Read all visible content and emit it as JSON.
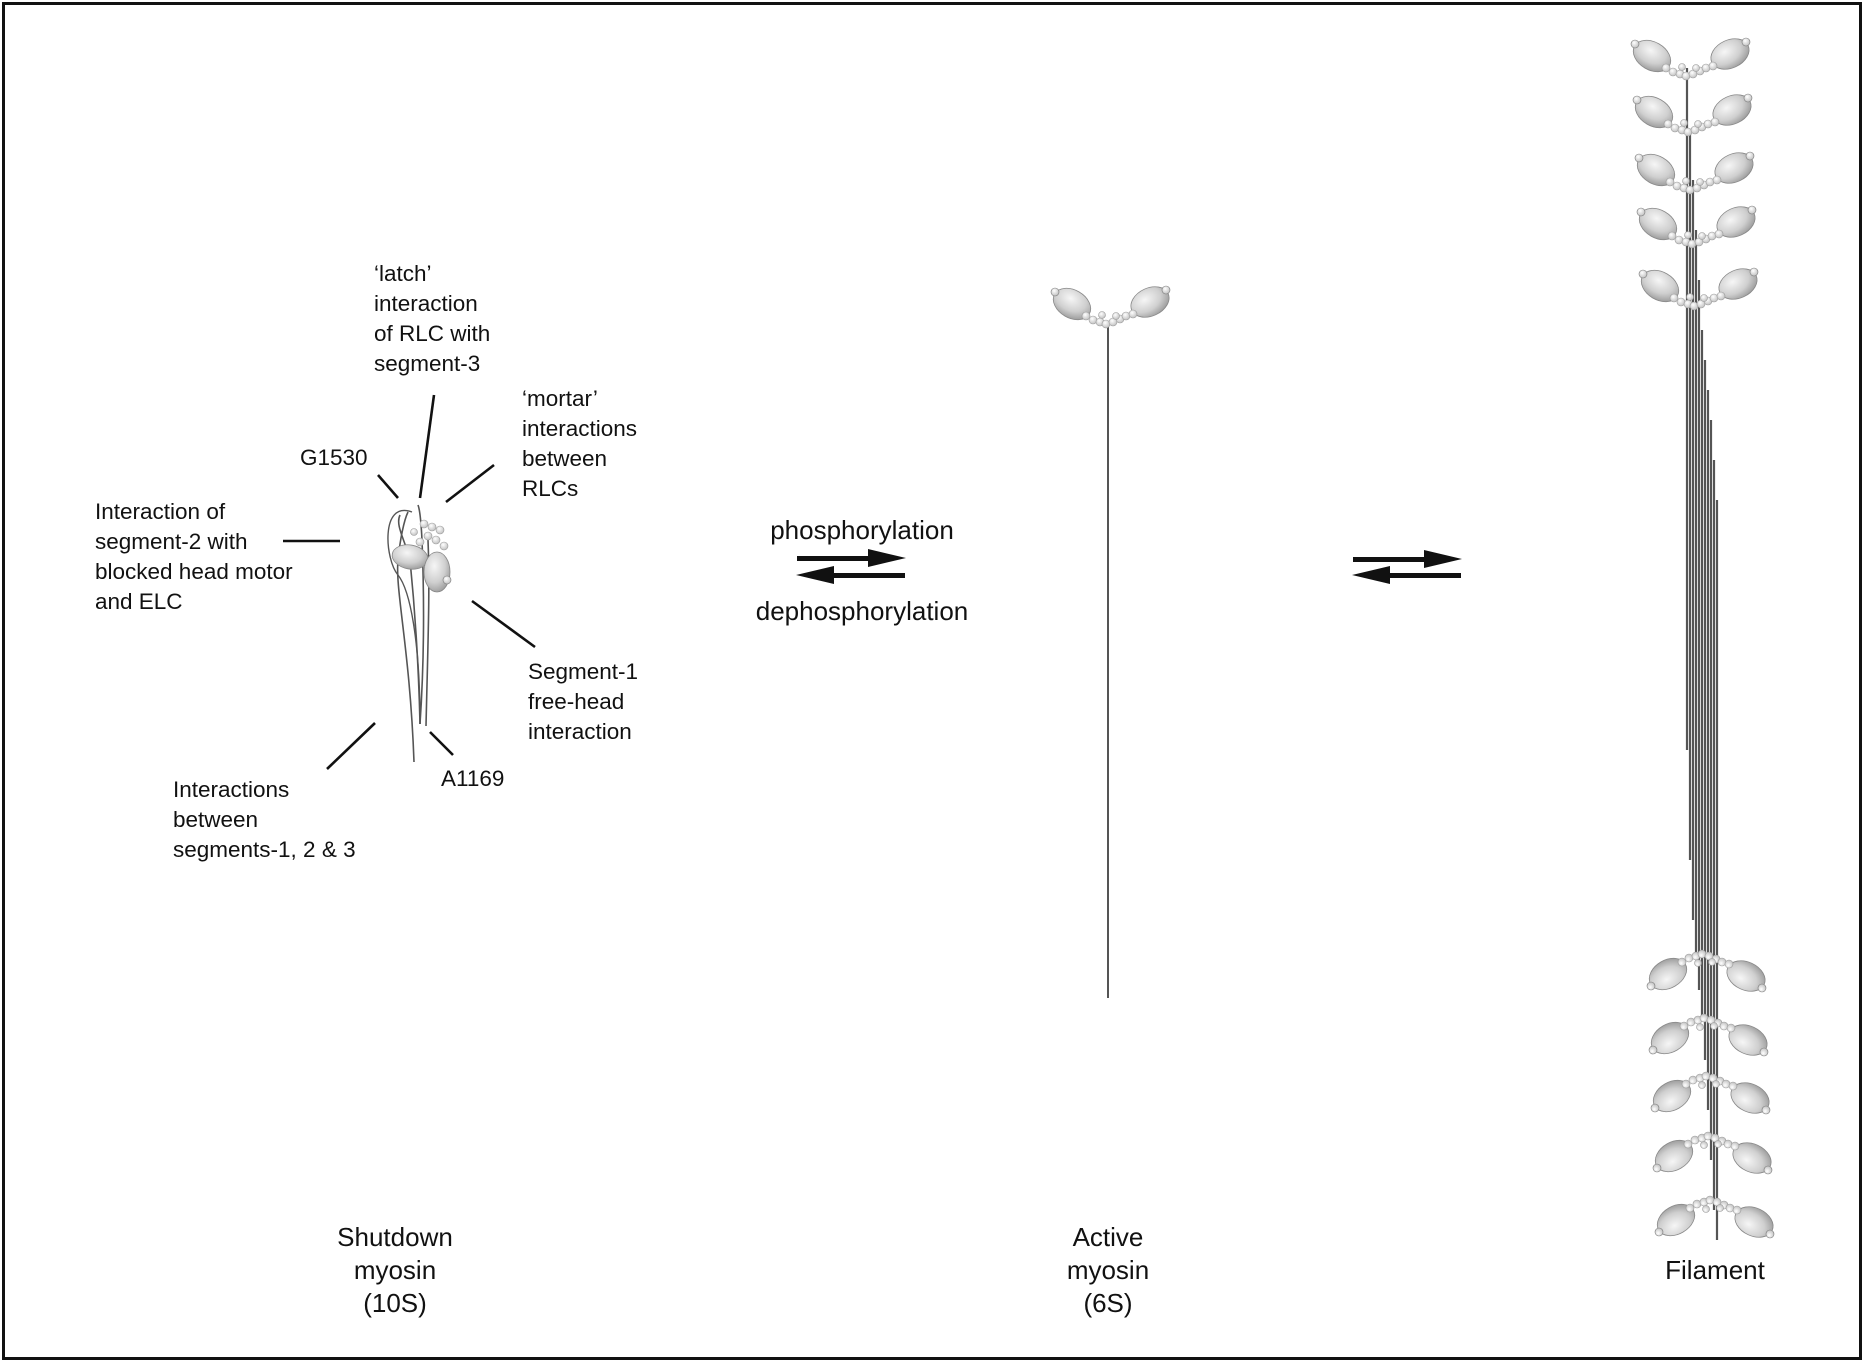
{
  "shutdown": {
    "annotations": {
      "latch": "‘latch’\ninteraction\nof RLC with\nsegment-3",
      "mortar": "‘mortar’\ninteractions\nbetween\nRLCs",
      "g1530": "G1530",
      "segment2": "Interaction of\nsegment-2 with\nblocked head motor\nand ELC",
      "segment1": "Segment-1\nfree-head\ninteraction",
      "a1169": "A1169",
      "segments123": "Interactions\nbetween\nsegments-1, 2 & 3"
    },
    "caption": "Shutdown\nmyosin\n(10S)"
  },
  "transition": {
    "forward": "phosphorylation",
    "reverse": "dephosphorylation"
  },
  "active": {
    "caption": "Active\nmyosin\n(6S)"
  },
  "filament": {
    "caption": "Filament"
  },
  "colors": {
    "frame": "#111111",
    "head_fill": "#d4d4d4",
    "rlc_bead": "#e6e6e6",
    "tail": "#555555",
    "arrow": "#111111"
  }
}
